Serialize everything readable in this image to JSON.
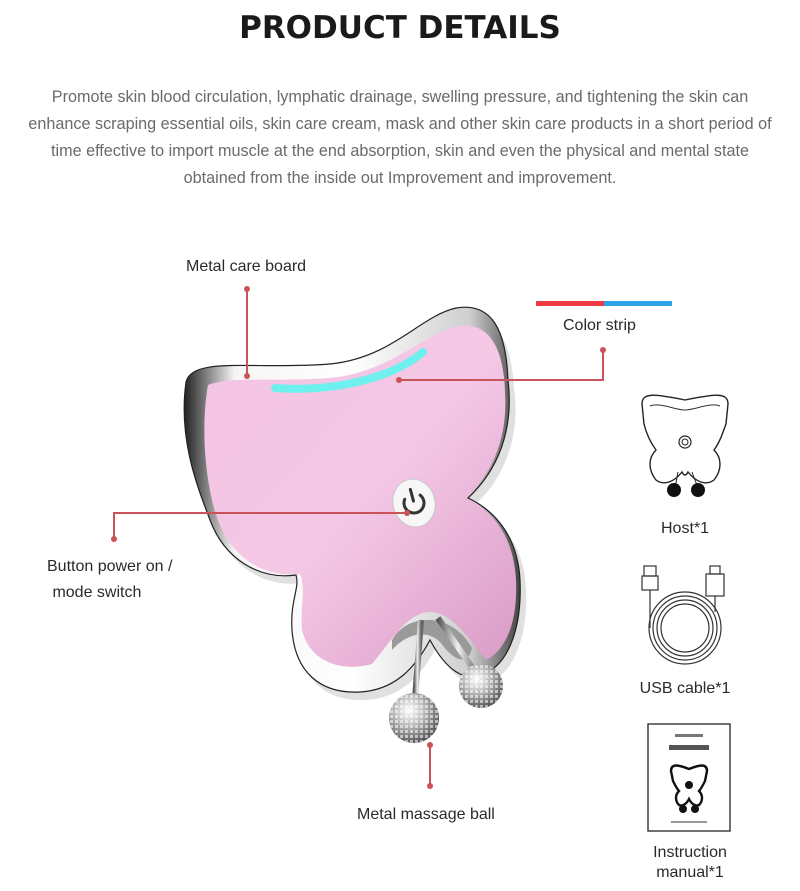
{
  "header": {
    "title": "PRODUCT DETAILS",
    "description": "Promote skin blood circulation, lymphatic drainage, swelling pressure, and tightening the skin can enhance scraping essential oils, skin care cream, mask and other skin care products in a short period of time effective to import muscle at the end absorption, skin and even the physical and mental state obtained from the inside out Improvement and improvement."
  },
  "callouts": {
    "metal_care_board": "Metal care board",
    "color_strip": "Color strip",
    "button_line1": "Button power on /",
    "button_line2": " mode switch",
    "massage_ball": "Metal massage ball"
  },
  "colors": {
    "callout_line": "#c9535a",
    "strip_red": "#ee3a42",
    "strip_blue": "#2ea3e8",
    "device_pink": "#efb6dc",
    "led_cyan": "#6ef0ee"
  },
  "accessories": [
    {
      "icon": "host-outline",
      "label": "Host*1"
    },
    {
      "icon": "usb-cable-outline",
      "label": "USB cable*1"
    },
    {
      "icon": "instruction-manual",
      "label_line1": "Instruction",
      "label_line2": "manual*1"
    }
  ]
}
